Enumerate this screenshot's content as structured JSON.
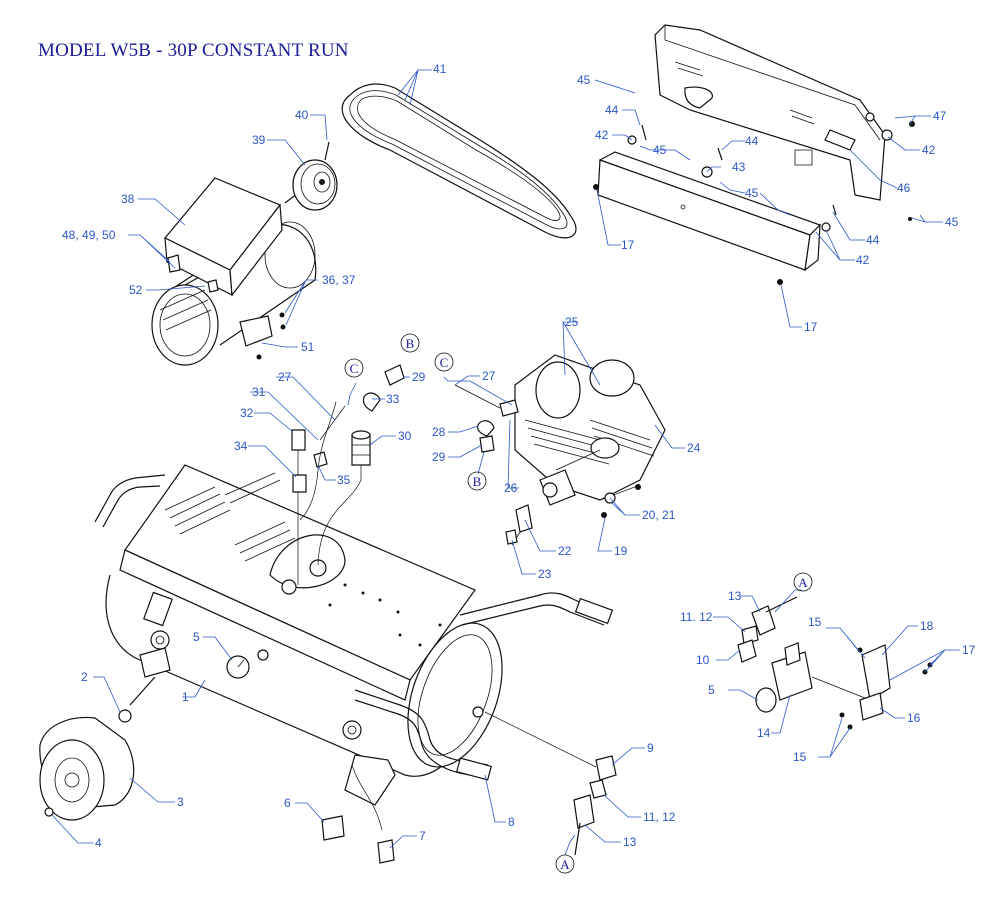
{
  "title": "MODEL  W5B - 30P CONSTANT RUN",
  "callouts": [
    {
      "id": "c1",
      "text": "1"
    },
    {
      "id": "c2",
      "text": "2"
    },
    {
      "id": "c3",
      "text": "3"
    },
    {
      "id": "c4",
      "text": "4"
    },
    {
      "id": "c5",
      "text": "5"
    },
    {
      "id": "c5b",
      "text": "5"
    },
    {
      "id": "c6",
      "text": "6"
    },
    {
      "id": "c7",
      "text": "7"
    },
    {
      "id": "c8",
      "text": "8"
    },
    {
      "id": "c9",
      "text": "9"
    },
    {
      "id": "c10",
      "text": "10"
    },
    {
      "id": "c1112a",
      "text": "11. 12"
    },
    {
      "id": "c1112b",
      "text": "11, 12"
    },
    {
      "id": "c13a",
      "text": "13"
    },
    {
      "id": "c13b",
      "text": "13"
    },
    {
      "id": "c14",
      "text": "14"
    },
    {
      "id": "c15a",
      "text": "15"
    },
    {
      "id": "c15b",
      "text": "15"
    },
    {
      "id": "c16",
      "text": "16"
    },
    {
      "id": "c17a",
      "text": "17"
    },
    {
      "id": "c17b",
      "text": "17"
    },
    {
      "id": "c17c",
      "text": "17"
    },
    {
      "id": "c18",
      "text": "18"
    },
    {
      "id": "c19",
      "text": "19"
    },
    {
      "id": "c2021",
      "text": "20, 21"
    },
    {
      "id": "c22",
      "text": "22"
    },
    {
      "id": "c23",
      "text": "23"
    },
    {
      "id": "c24",
      "text": "24"
    },
    {
      "id": "c25",
      "text": "25"
    },
    {
      "id": "c26",
      "text": "26"
    },
    {
      "id": "c27a",
      "text": "27"
    },
    {
      "id": "c27b",
      "text": "27"
    },
    {
      "id": "c28",
      "text": "28"
    },
    {
      "id": "c29a",
      "text": "29"
    },
    {
      "id": "c29b",
      "text": "29"
    },
    {
      "id": "c30",
      "text": "30"
    },
    {
      "id": "c31",
      "text": "31"
    },
    {
      "id": "c32",
      "text": "32"
    },
    {
      "id": "c33",
      "text": "33"
    },
    {
      "id": "c34",
      "text": "34"
    },
    {
      "id": "c35",
      "text": "35"
    },
    {
      "id": "c3637",
      "text": "36, 37"
    },
    {
      "id": "c38",
      "text": "38"
    },
    {
      "id": "c39",
      "text": "39"
    },
    {
      "id": "c40",
      "text": "40"
    },
    {
      "id": "c41",
      "text": "41"
    },
    {
      "id": "c42a",
      "text": "42"
    },
    {
      "id": "c42b",
      "text": "42"
    },
    {
      "id": "c42c",
      "text": "42"
    },
    {
      "id": "c43",
      "text": "43"
    },
    {
      "id": "c44a",
      "text": "44"
    },
    {
      "id": "c44b",
      "text": "44"
    },
    {
      "id": "c44c",
      "text": "44"
    },
    {
      "id": "c45a",
      "text": "45"
    },
    {
      "id": "c45b",
      "text": "45"
    },
    {
      "id": "c45c",
      "text": "45"
    },
    {
      "id": "c45d",
      "text": "45"
    },
    {
      "id": "c46",
      "text": "46"
    },
    {
      "id": "c47",
      "text": "47"
    },
    {
      "id": "c484950",
      "text": "48, 49, 50"
    },
    {
      "id": "c51",
      "text": "51"
    },
    {
      "id": "c52",
      "text": "52"
    }
  ],
  "connectors": [
    {
      "id": "A1",
      "text": "A"
    },
    {
      "id": "A2",
      "text": "A"
    },
    {
      "id": "B1",
      "text": "B"
    },
    {
      "id": "B2",
      "text": "B"
    },
    {
      "id": "C1",
      "text": "C"
    },
    {
      "id": "C2",
      "text": "C"
    }
  ],
  "colors": {
    "callout": "#2b57c8",
    "title": "#1a1a9a",
    "line_art": "#111111"
  }
}
